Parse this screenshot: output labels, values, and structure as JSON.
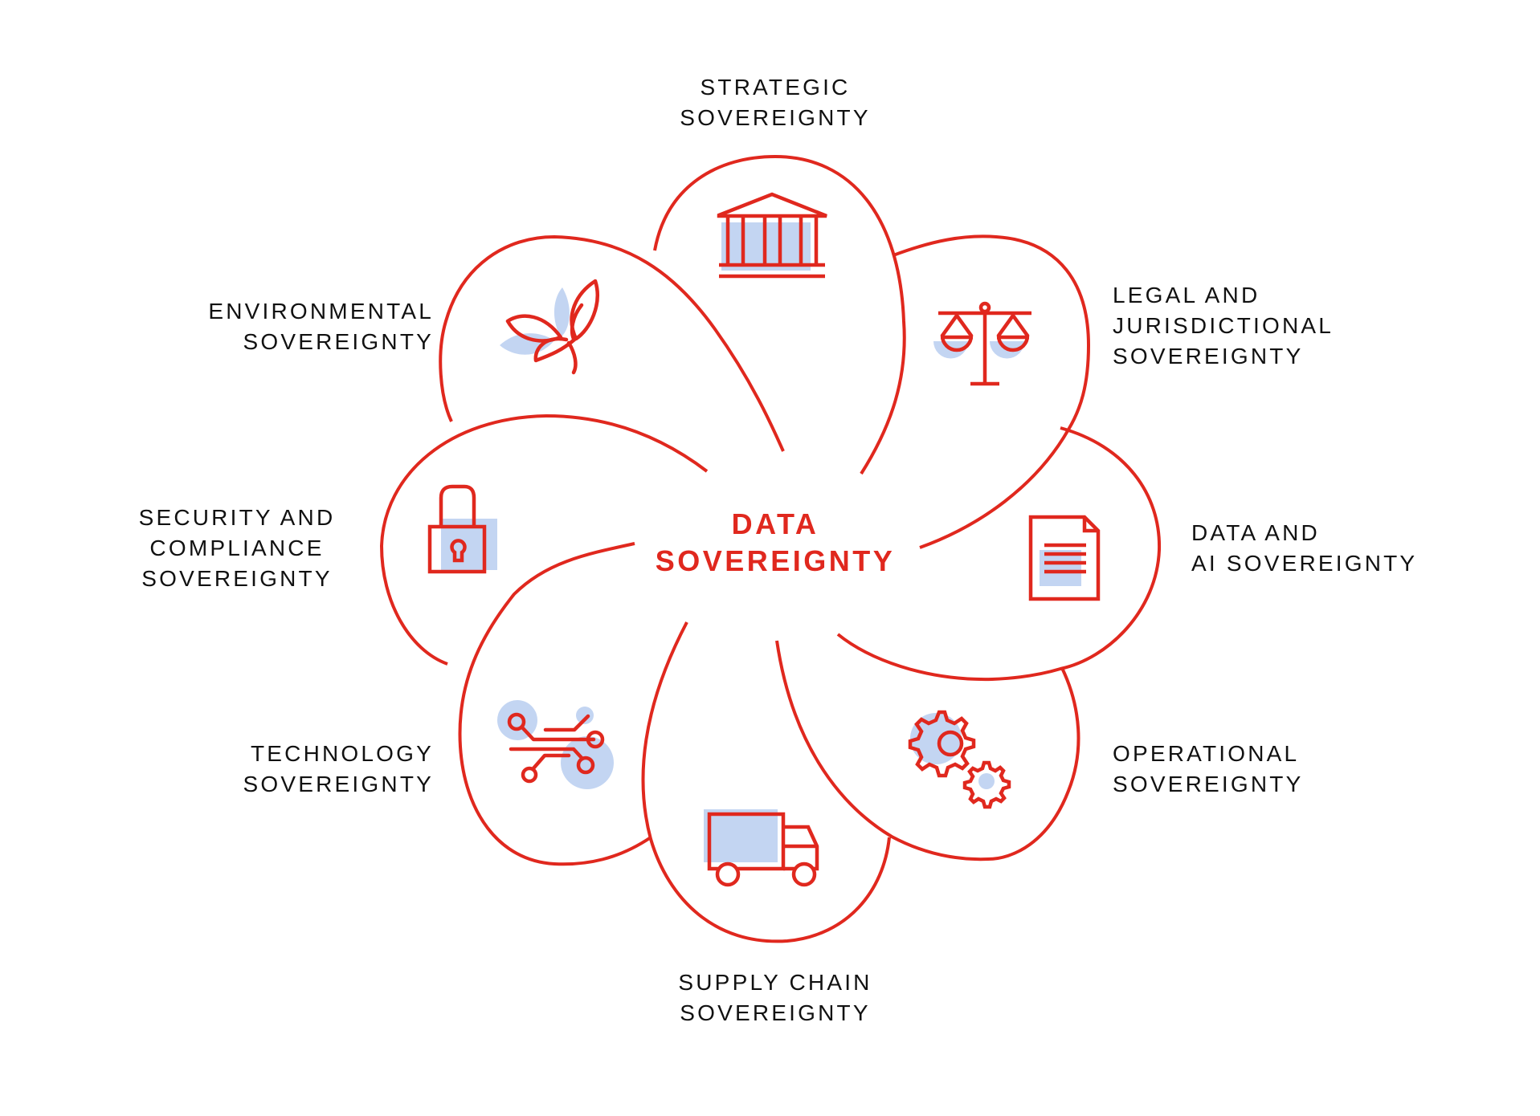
{
  "center": {
    "line1": "DATA",
    "line2": "SOVEREIGNTY"
  },
  "colors": {
    "accent_red": "#e0281e",
    "highlight_blue": "#c3d5f2",
    "label_text": "#111111",
    "background": "#ffffff"
  },
  "petals": [
    {
      "id": "strategic",
      "label": "STRATEGIC\nSOVEREIGNTY",
      "icon": "government-building-icon"
    },
    {
      "id": "legal",
      "label": "LEGAL AND\nJURISDICTIONAL\nSOVEREIGNTY",
      "icon": "scales-of-justice-icon"
    },
    {
      "id": "data-ai",
      "label": "DATA AND\nAI SOVEREIGNTY",
      "icon": "document-icon"
    },
    {
      "id": "operational",
      "label": "OPERATIONAL\nSOVEREIGNTY",
      "icon": "gears-icon"
    },
    {
      "id": "supply-chain",
      "label": "SUPPLY CHAIN\nSOVEREIGNTY",
      "icon": "delivery-truck-icon"
    },
    {
      "id": "technology",
      "label": "TECHNOLOGY\nSOVEREIGNTY",
      "icon": "circuit-icon"
    },
    {
      "id": "security",
      "label": "SECURITY AND\nCOMPLIANCE\nSOVEREIGNTY",
      "icon": "padlock-icon"
    },
    {
      "id": "environmental",
      "label": "ENVIRONMENTAL\nSOVEREIGNTY",
      "icon": "leaf-sprout-icon"
    }
  ]
}
